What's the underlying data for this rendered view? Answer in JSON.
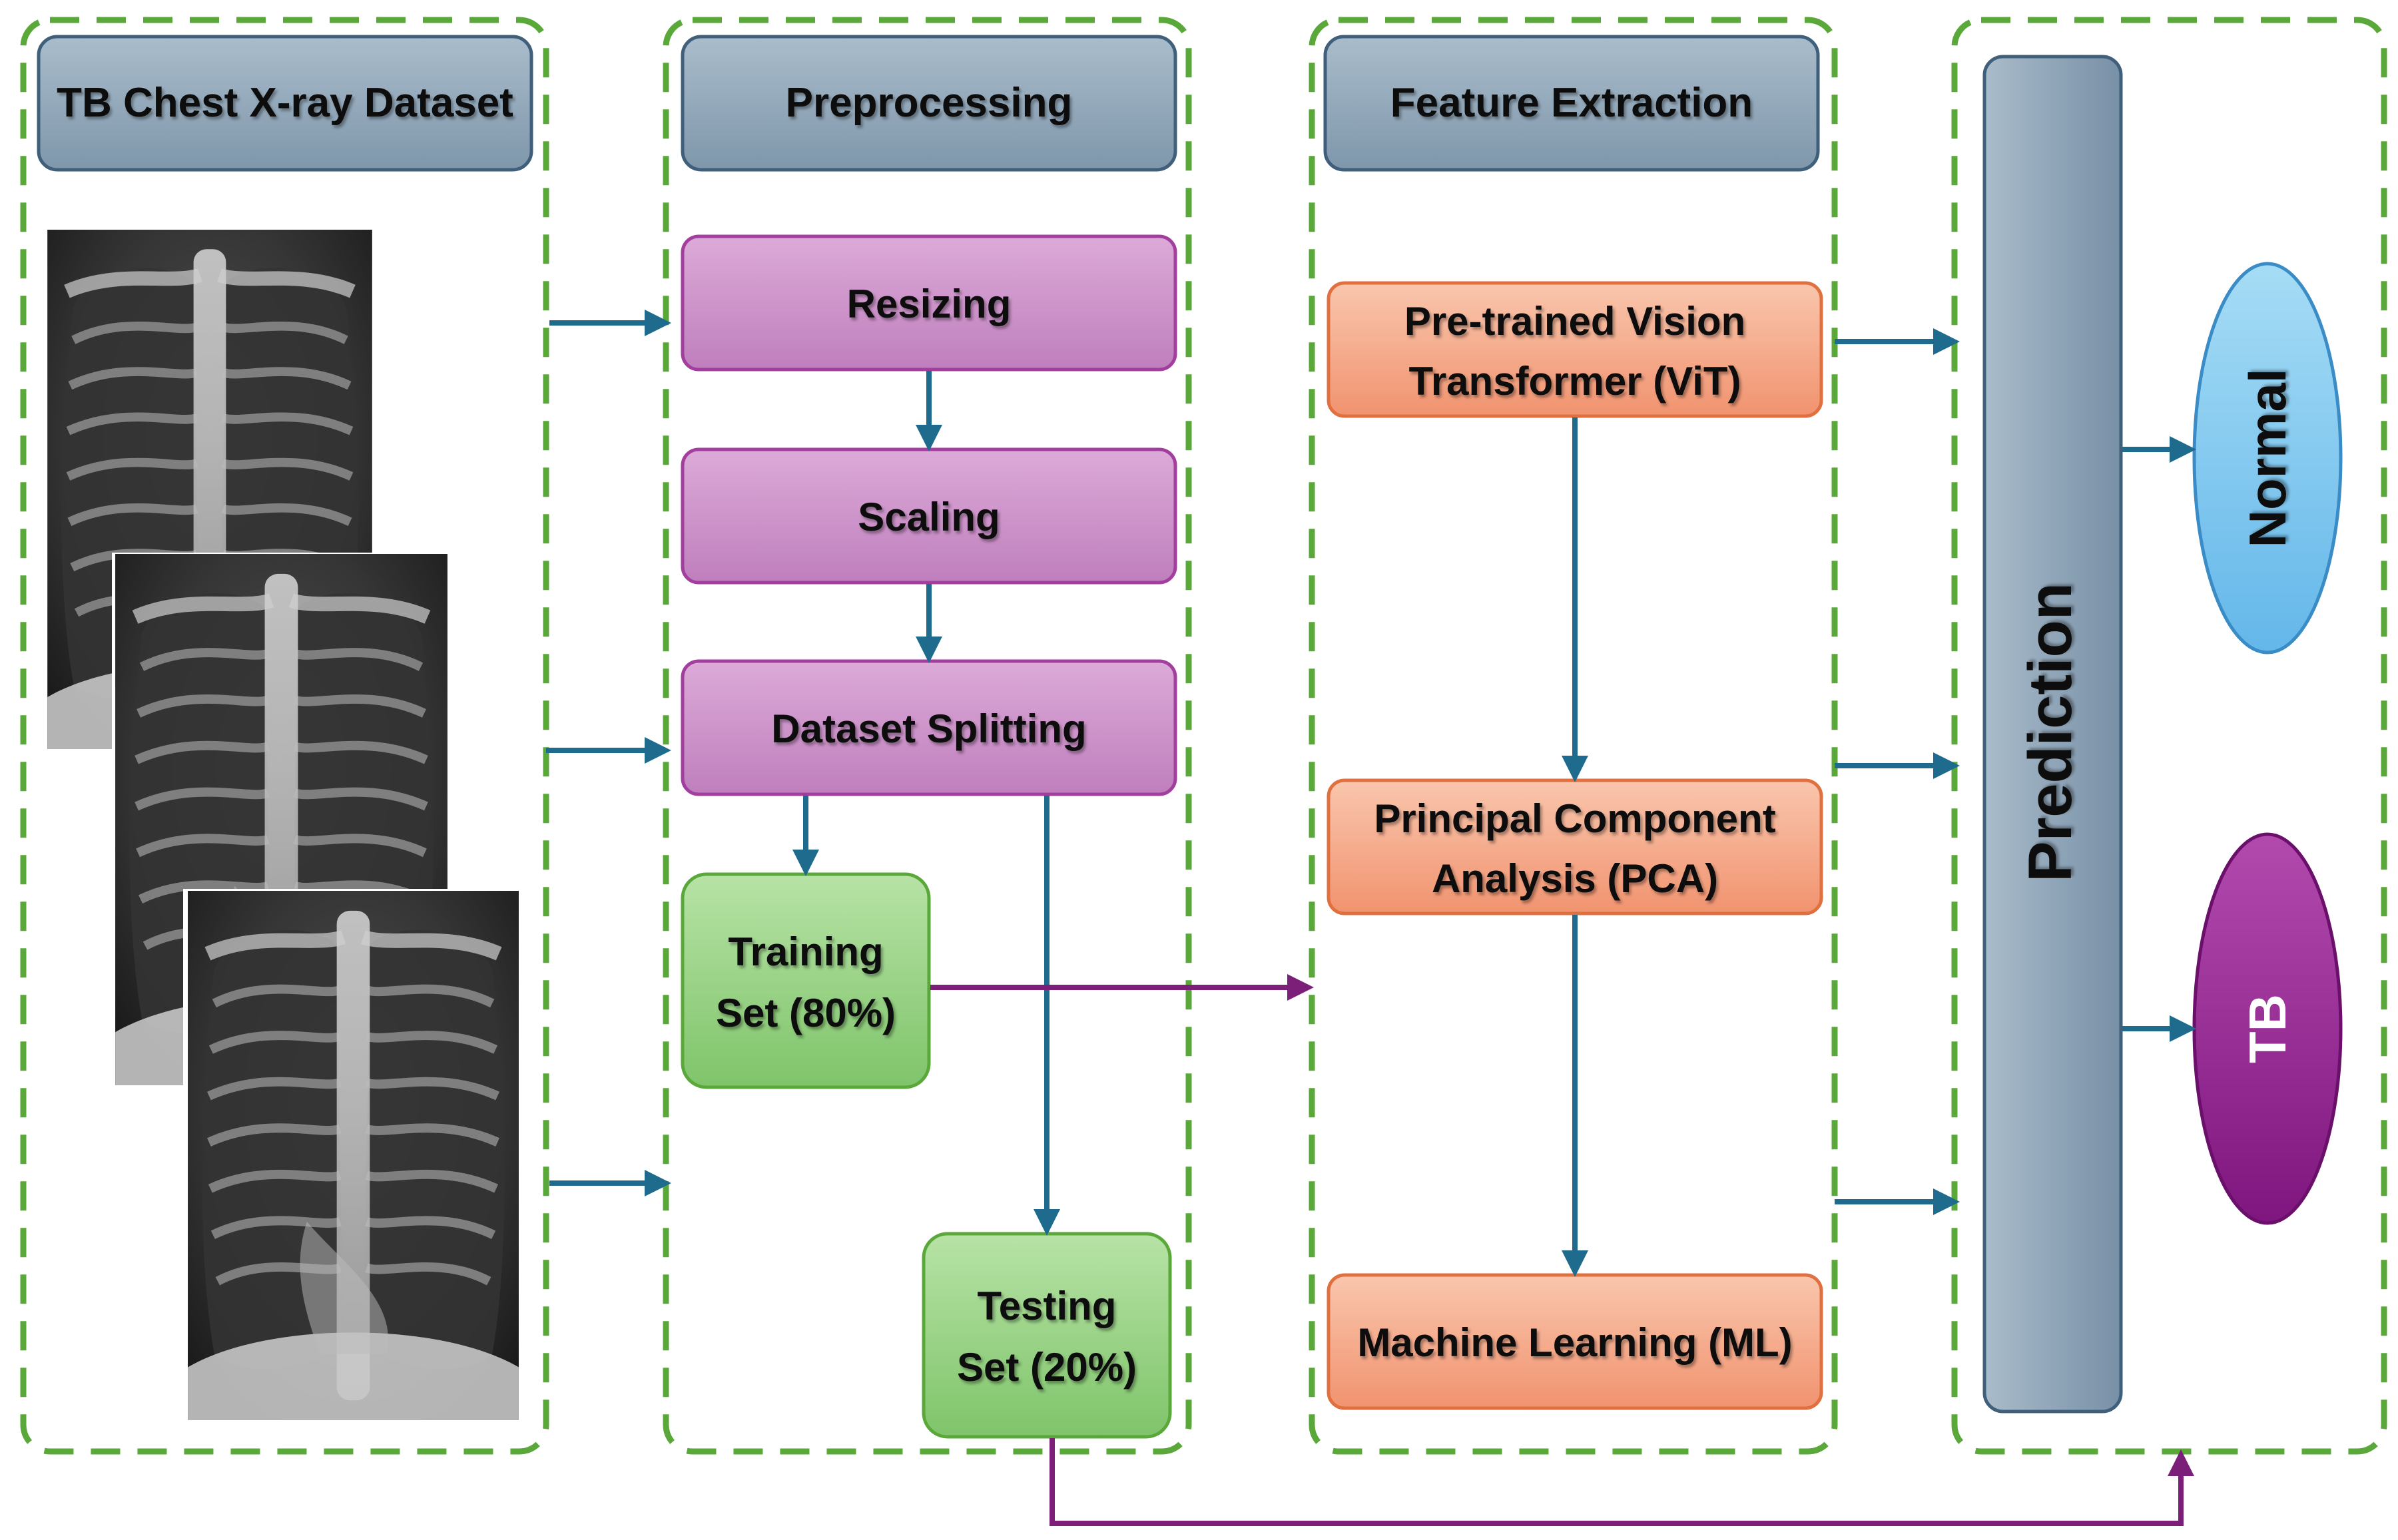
{
  "colors": {
    "panel_border": "#5aa83a",
    "header_fill_top": "#a9bccb",
    "header_fill_bottom": "#7f97ab",
    "header_stroke": "#3f5f7a",
    "process_fill_top": "#dcaad8",
    "process_fill_bottom": "#bf7fbd",
    "process_stroke": "#a23f9e",
    "split_fill_top": "#b7e3a6",
    "split_fill_bottom": "#7fc46a",
    "split_stroke": "#5aa83a",
    "feature_fill_top": "#f9c6ad",
    "feature_fill_bottom": "#f1936f",
    "feature_stroke": "#e0703f",
    "prediction_fill_top": "#a9bccb",
    "prediction_fill_bottom": "#7890a6",
    "normal_fill_top": "#a6dcf5",
    "normal_fill_bottom": "#64b7ea",
    "tb_fill_top": "#b24aae",
    "tb_fill_bottom": "#7f167f",
    "arrow_blue": "#1f6b8e",
    "arrow_purple": "#7b1f78"
  },
  "panels": {
    "dataset": {
      "header": "TB Chest X-ray Dataset"
    },
    "preprocessing": {
      "header": "Preprocessing",
      "steps": [
        "Resizing",
        "Scaling",
        "Dataset Splitting"
      ],
      "training": [
        "Training",
        "Set (80%)"
      ],
      "testing": [
        "Testing",
        "Set (20%)"
      ]
    },
    "feature_extraction": {
      "header": "Feature Extraction",
      "steps": [
        [
          "Pre-trained Vision",
          "Transformer (ViT)"
        ],
        [
          "Principal Component",
          "Analysis (PCA)"
        ],
        [
          "Machine Learning (ML)"
        ]
      ]
    },
    "prediction": {
      "label": "Prediction",
      "outcomes": [
        "Normal",
        "TB"
      ]
    }
  },
  "icons": [
    "chest-xray-image",
    "chest-xray-image",
    "chest-xray-image"
  ]
}
